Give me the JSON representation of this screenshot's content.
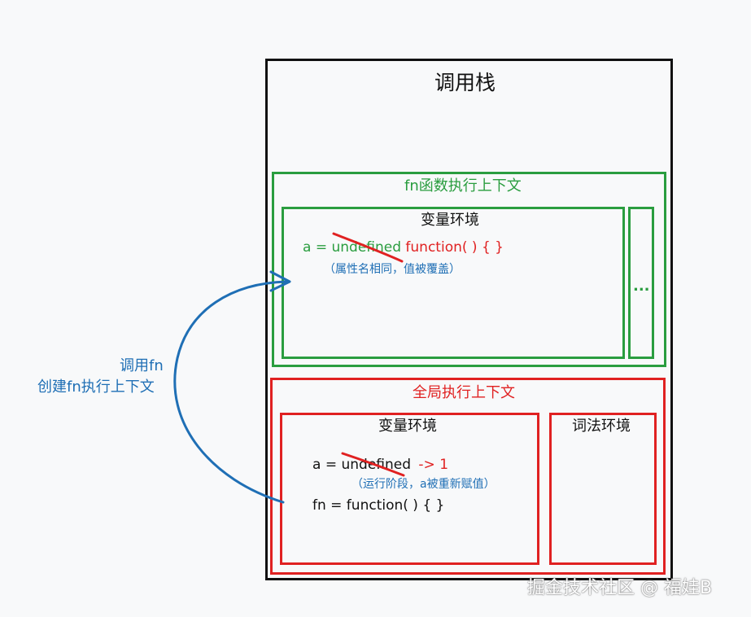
{
  "call_stack": {
    "title": "调用栈"
  },
  "fn_context": {
    "title": "fn函数执行上下文",
    "variable_env": {
      "title": "变量环境",
      "line_prefix": "a = ",
      "struck_value": "undefined",
      "new_value": "function( ) { }",
      "note": "（属性名相同，值被覆盖）"
    },
    "more": "..."
  },
  "global_context": {
    "title": "全局执行上下文",
    "variable_env": {
      "title": "变量环境",
      "line1_prefix": "a = ",
      "struck_value": "undefined",
      "arrow_value": "-> 1",
      "note": "（运行阶段，a被重新赋值）",
      "line2": "fn = function( ) { }"
    },
    "lexical_env": {
      "title": "词法环境"
    }
  },
  "call_annotation": {
    "line1": "调用fn",
    "line2": "创建fn执行上下文"
  },
  "watermark": "掘金技术社区 @ 福娃B",
  "colors": {
    "green": "#2a9d3f",
    "red": "#e02121",
    "blue": "#1f6fb5",
    "black": "#111111"
  }
}
